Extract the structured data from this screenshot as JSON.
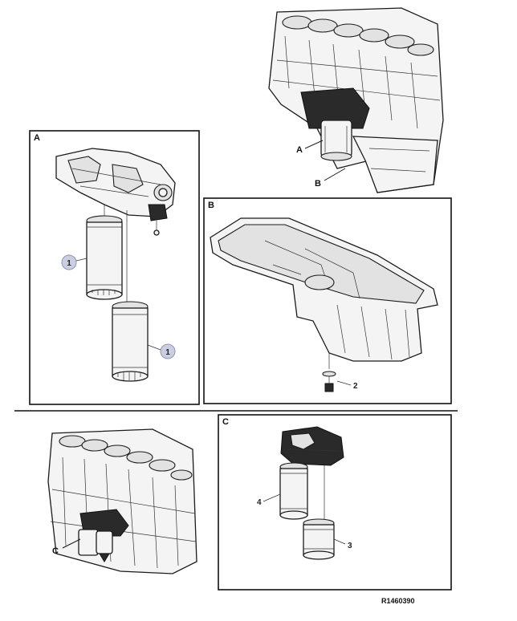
{
  "panels": {
    "a": {
      "letter": "A"
    },
    "b": {
      "letter": "B"
    },
    "c": {
      "letter": "C"
    }
  },
  "overview_top": {
    "label_a": "A",
    "label_b": "B"
  },
  "overview_bottom": {
    "label_c": "C"
  },
  "callouts": {
    "a_filter_upper": "1",
    "a_filter_lower": "1",
    "b_drain_plug": "2",
    "c_small_filter": "3",
    "c_large_filter": "4"
  },
  "reference": "R1460390",
  "colors": {
    "line": "#1b1b1b",
    "bubble": "#c9cfe0"
  }
}
